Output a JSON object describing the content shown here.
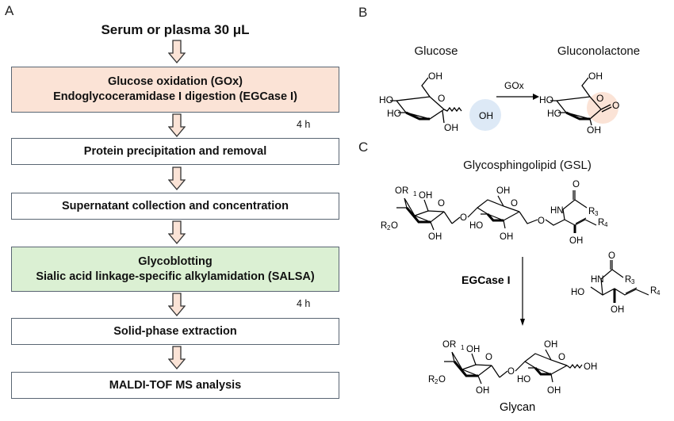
{
  "panels": {
    "a": {
      "label": "A",
      "sample": "Serum or plasma 30 μL",
      "steps": [
        {
          "lines": [
            "Glucose oxidation (GOx)",
            "Endoglycoceramidase I digestion (EGCase I)"
          ],
          "color": "#fbe3d6",
          "duration": "4 h"
        },
        {
          "lines": [
            "Protein precipitation and removal"
          ],
          "color": "#ffffff"
        },
        {
          "lines": [
            "Supernatant collection and concentration"
          ],
          "color": "#ffffff"
        },
        {
          "lines": [
            "Glycoblotting",
            "Sialic acid linkage-specific alkylamidation (SALSA)"
          ],
          "color": "#dbf0d3",
          "duration": "4 h"
        },
        {
          "lines": [
            "Solid-phase extraction"
          ],
          "color": "#ffffff"
        },
        {
          "lines": [
            "MALDI-TOF MS analysis"
          ],
          "color": "#ffffff"
        }
      ],
      "arrow_fill": "#fbe3d6"
    },
    "b": {
      "label": "B",
      "reactant": "Glucose",
      "product": "Gluconolactone",
      "enzyme": "GOx",
      "reactant_highlight": "#dde9f6",
      "product_highlight": "#fbe3d6"
    },
    "c": {
      "label": "C",
      "substrate": "Glycosphingolipid (GSL)",
      "enzyme": "EGCase I",
      "product": "Glycan"
    }
  },
  "atoms": {
    "oh": "OH",
    "ho": "HO",
    "o": "O",
    "or1": "OR",
    "r1": "1",
    "r2o_r": "R",
    "r2": "2",
    "r2o_o": "O",
    "hn": "HN",
    "r3": "R",
    "r3s": "3",
    "r4": "R",
    "r4s": "4"
  }
}
